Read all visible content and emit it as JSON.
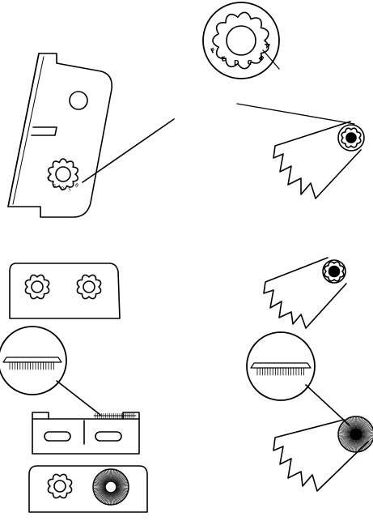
{
  "figure": {
    "kind": "technical line illustration",
    "panels": [
      {
        "id": "cam-adjuster",
        "content": "body with gear-shaped dial, magnified dial and arm/blade detail"
      },
      {
        "id": "pin-block",
        "content": "block with two gear-shaped fittings and arm/blade detail"
      },
      {
        "id": "knurled-assembly",
        "content": "magnified serrated profile, side view and top view with knurled washer, arm/blade detail with knurled pivot"
      }
    ]
  },
  "dial": {
    "letters": [
      "A",
      "B",
      "C",
      "D",
      "E",
      "F"
    ]
  },
  "colors": {
    "line": "#000000",
    "background": "#ffffff"
  }
}
